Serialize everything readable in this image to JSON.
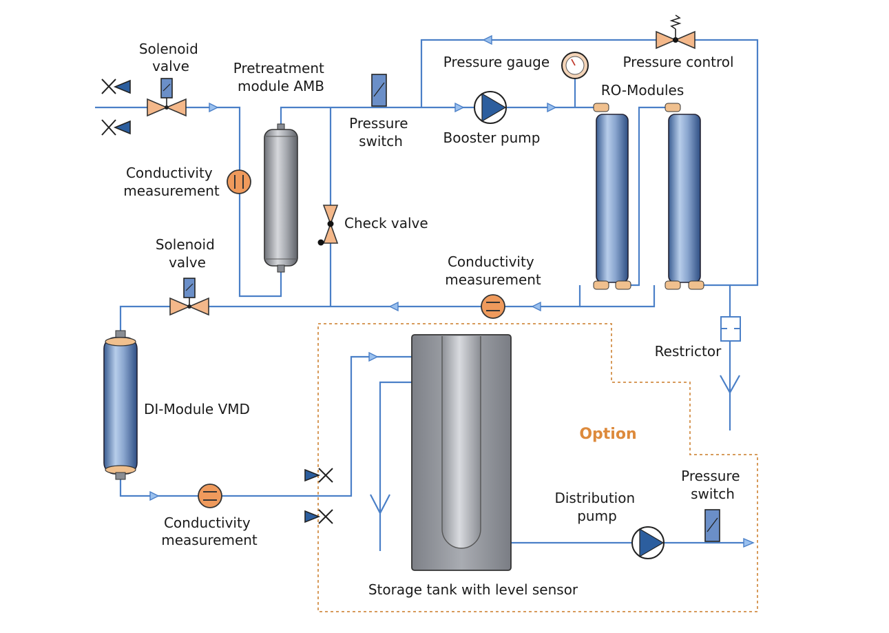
{
  "labels": {
    "solenoid_valve_top": [
      "Solenoid",
      "valve"
    ],
    "pretreatment": [
      "Pretreatment",
      "module AMB"
    ],
    "pressure_switch_top": [
      "Pressure",
      "switch"
    ],
    "pressure_gauge": "Pressure gauge",
    "pressure_control": "Pressure control",
    "booster_pump": "Booster pump",
    "ro_modules": "RO-Modules",
    "conductivity_top": [
      "Conductivity",
      "measurement"
    ],
    "check_valve": "Check valve",
    "solenoid_valve_mid": [
      "Solenoid",
      "valve"
    ],
    "conductivity_mid": [
      "Conductivity",
      "measurement"
    ],
    "restrictor": "Restrictor",
    "di_module": "DI-Module VMD",
    "option": "Option",
    "pressure_switch_bottom": [
      "Pressure",
      "switch"
    ],
    "distribution_pump": [
      "Distribution",
      "pump"
    ],
    "conductivity_bottom": [
      "Conductivity",
      "measurement"
    ],
    "storage_tank": "Storage tank with level sensor"
  },
  "colors": {
    "pipe": "#4a7fc7",
    "valve_fill": "#f4b88a",
    "option_border": "#d79a5a",
    "option_text": "#dd8a3c"
  }
}
